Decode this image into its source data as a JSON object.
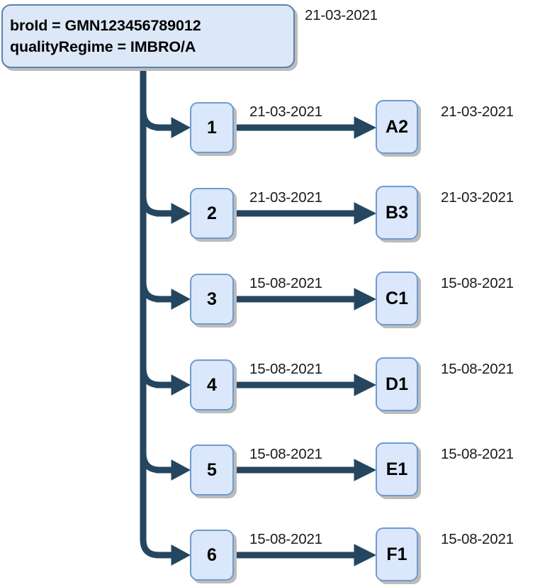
{
  "diagram": {
    "root": {
      "line1": "broId = GMN123456789012",
      "line2": "qualityRegime = IMBRO/A",
      "date": "21-03-2021"
    },
    "colors": {
      "node_fill": "#dbe7fa",
      "node_border": "#6e9bd0",
      "root_fill": "#dce7f8",
      "root_border": "#5b82ab",
      "connector": "#25465f",
      "shadow": "#bcbcbc",
      "text": "#000000"
    },
    "branches": [
      {
        "left_label": "1",
        "edge_date": "21-03-2021",
        "right_label": "A2",
        "right_date": "21-03-2021"
      },
      {
        "left_label": "2",
        "edge_date": "21-03-2021",
        "right_label": "B3",
        "right_date": "21-03-2021"
      },
      {
        "left_label": "3",
        "edge_date": "15-08-2021",
        "right_label": "C1",
        "right_date": "15-08-2021"
      },
      {
        "left_label": "4",
        "edge_date": "15-08-2021",
        "right_label": "D1",
        "right_date": "15-08-2021"
      },
      {
        "left_label": "5",
        "edge_date": "15-08-2021",
        "right_label": "E1",
        "right_date": "15-08-2021"
      },
      {
        "left_label": "6",
        "edge_date": "15-08-2021",
        "right_label": "F1",
        "right_date": "15-08-2021"
      }
    ]
  }
}
